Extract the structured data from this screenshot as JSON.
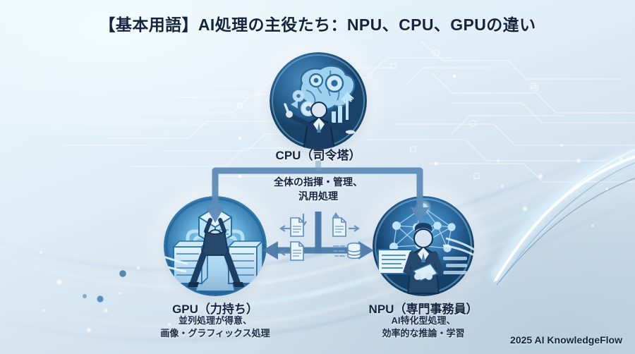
{
  "title": "【基本用語】AI処理の主役たち：NPU、CPU、GPUの違い",
  "footer": "2025 AI KnowledgeFlow",
  "center_note": {
    "line1": "全体の指揮・管理、",
    "line2": "汎用処理"
  },
  "nodes": {
    "cpu": {
      "label": "CPU（司令塔）",
      "icon": "brain-gears-businessman-icon"
    },
    "gpu": {
      "label": "GPU（力持ち）",
      "sub_line1": "並列処理が得意、",
      "sub_line2": "画像・グラフィックス処理",
      "icon": "strongman-servers-icon"
    },
    "npu": {
      "label": "NPU（専門事務員）",
      "sub_line1": "AI特化型処理、",
      "sub_line2": "効率的な推論・学習",
      "icon": "neural-network-clerk-icon"
    }
  },
  "flow_icons": [
    {
      "name": "document-icon-left-upper"
    },
    {
      "name": "document-icon-left-lower"
    },
    {
      "name": "document-icon-right-upper"
    },
    {
      "name": "database-icon-right-lower"
    }
  ],
  "colors": {
    "text_dark": "#14243f",
    "arrow_blue": "#4f7fae",
    "disc_blue_dark": "#17406e",
    "disc_blue_light": "#9fd2ee",
    "background_top": "#eaf6fb",
    "background_bottom": "#c2d5e4"
  }
}
